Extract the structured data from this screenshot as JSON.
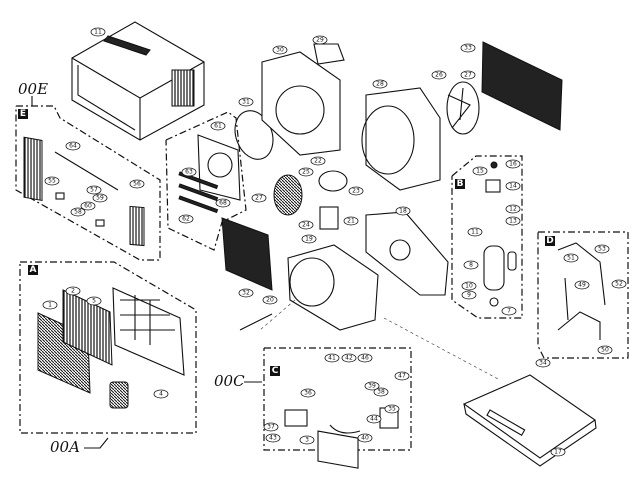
{
  "diagram": {
    "assemblies": [
      {
        "section": "E",
        "code": "00E"
      },
      {
        "section": "A",
        "code": "00A"
      },
      {
        "section": "B",
        "code": ""
      },
      {
        "section": "C",
        "code": "00C"
      },
      {
        "section": "D",
        "code": ""
      }
    ],
    "callouts": [
      "11",
      "30",
      "29",
      "33",
      "26",
      "27",
      "28",
      "31",
      "61",
      "64",
      "55",
      "56",
      "57",
      "59",
      "60",
      "58",
      "63",
      "68",
      "62",
      "27",
      "25",
      "24",
      "22",
      "23",
      "21",
      "18",
      "19",
      "32",
      "20",
      "16",
      "15",
      "14",
      "12",
      "13",
      "11",
      "8",
      "10",
      "9",
      "7",
      "53",
      "51",
      "49",
      "52",
      "50",
      "34",
      "17",
      "41",
      "42",
      "46",
      "47",
      "39",
      "38",
      "35",
      "44",
      "40",
      "36",
      "37",
      "43",
      "3",
      "2",
      "1",
      "5",
      "4"
    ]
  }
}
